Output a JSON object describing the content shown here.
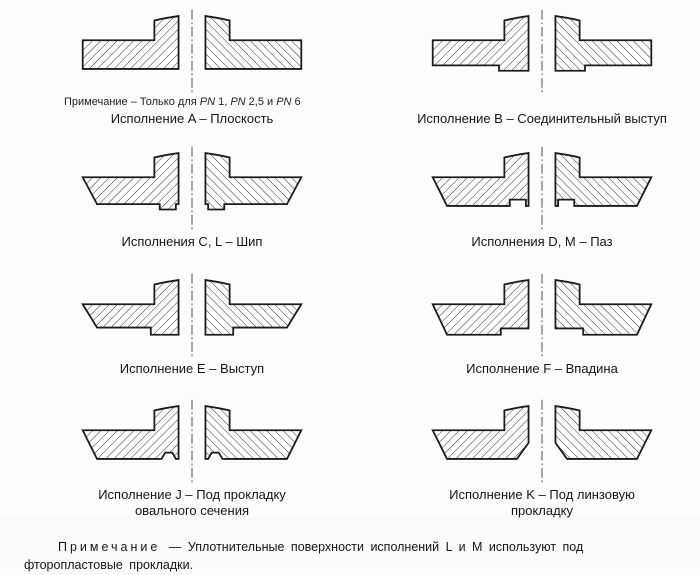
{
  "figures": [
    {
      "id": "a",
      "caption": "Исполнение A – Плоскость",
      "note_parts": [
        "Примечание – Только для ",
        "PN",
        " 1, ",
        "PN",
        " 2,5 и ",
        "PN",
        " 6"
      ]
    },
    {
      "id": "b",
      "caption": "Исполнение B – Соединительный выступ"
    },
    {
      "id": "cl",
      "caption": "Исполнения C, L – Шип"
    },
    {
      "id": "dm",
      "caption": "Исполнения D, M – Паз"
    },
    {
      "id": "e",
      "caption": "Исполнение E – Выступ"
    },
    {
      "id": "f",
      "caption": "Исполнение F – Впадина"
    },
    {
      "id": "j",
      "caption": "Исполнение J – Под прокладку овального сечения"
    },
    {
      "id": "k",
      "caption": "Исполнение K – Под линзовую прокладку"
    }
  ],
  "footnote": {
    "label": "Примечание",
    "text": "— Уплотнительные поверхности исполнений L и M используют под фторопластовые прокладки."
  }
}
